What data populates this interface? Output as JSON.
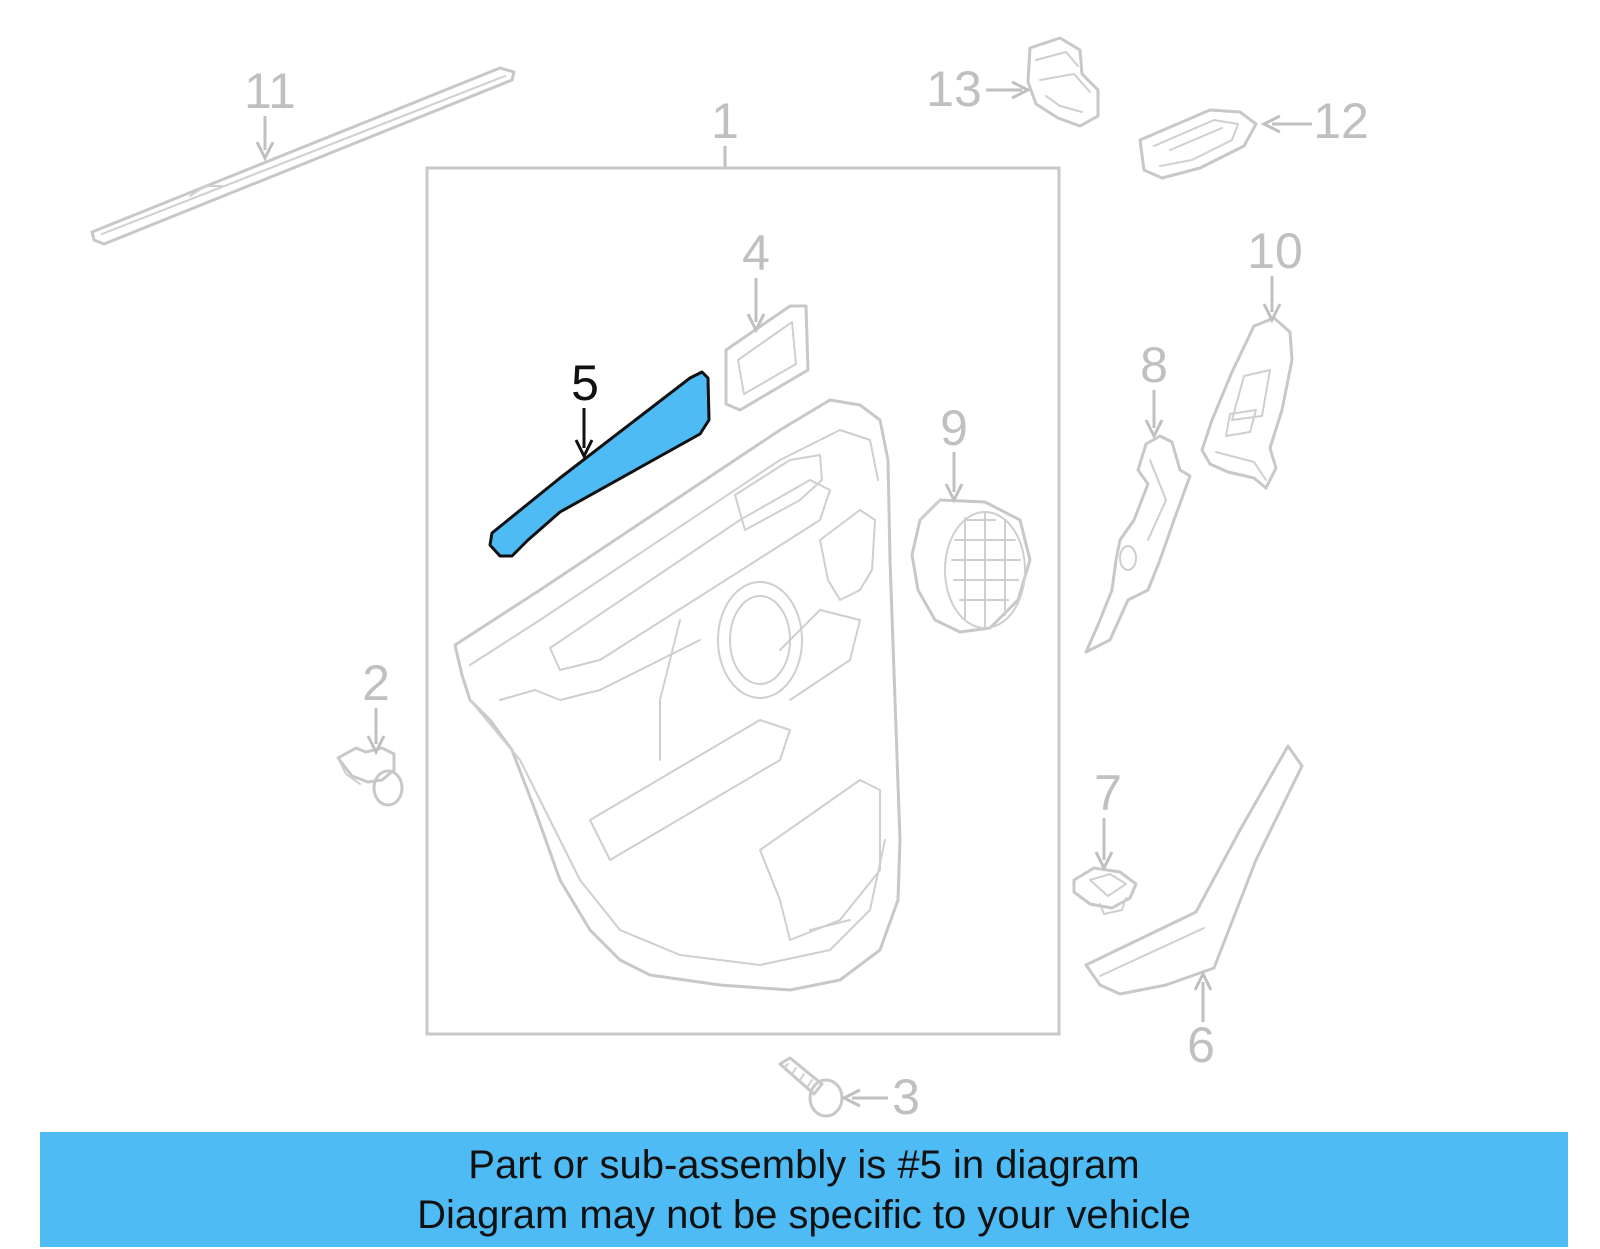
{
  "diagram": {
    "highlight_color": "#4fbbf4",
    "callouts": {
      "c1": "1",
      "c2": "2",
      "c3": "3",
      "c4": "4",
      "c5": "5",
      "c6": "6",
      "c7": "7",
      "c8": "8",
      "c9": "9",
      "c10": "10",
      "c11": "11",
      "c12": "12",
      "c13": "13"
    }
  },
  "banner": {
    "line1": "Part or sub-assembly is #5 in diagram",
    "line2": "Diagram may not be specific to your vehicle"
  }
}
